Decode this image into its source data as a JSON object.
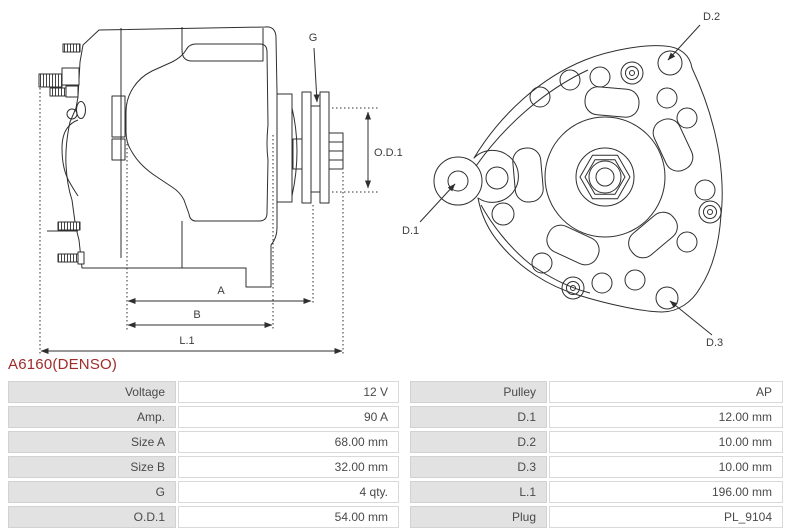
{
  "title": "A6160(DENSO)",
  "colors": {
    "title_red": "#a02b2b",
    "drawing_line": "#2f2f2f",
    "table_label_bg": "#e2e2e2",
    "table_border": "#d9d9d9",
    "table_text": "#4a4a4a"
  },
  "diagram": {
    "side_view": {
      "labels": {
        "g": "G",
        "od1": "O.D.1",
        "a": "A",
        "b": "B",
        "l1": "L.1"
      }
    },
    "front_view": {
      "labels": {
        "d1": "D.1",
        "d2": "D.2",
        "d3": "D.3"
      }
    }
  },
  "spec_table": {
    "rows": [
      {
        "label": "Voltage",
        "value": "12 V",
        "label2": "Pulley",
        "value2": "AP"
      },
      {
        "label": "Amp.",
        "value": "90 A",
        "label2": "D.1",
        "value2": "12.00 mm"
      },
      {
        "label": "Size A",
        "value": "68.00 mm",
        "label2": "D.2",
        "value2": "10.00 mm"
      },
      {
        "label": "Size B",
        "value": "32.00 mm",
        "label2": "D.3",
        "value2": "10.00 mm"
      },
      {
        "label": "G",
        "value": "4 qty.",
        "label2": "L.1",
        "value2": "196.00 mm"
      },
      {
        "label": "O.D.1",
        "value": "54.00 mm",
        "label2": "Plug",
        "value2": "PL_9104"
      }
    ]
  }
}
